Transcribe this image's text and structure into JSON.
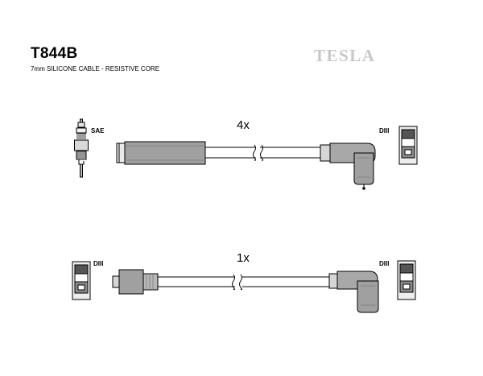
{
  "header": {
    "part_number": "T844B",
    "subtitle": "7mm SILICONE CABLE - RESISTIVE CORE",
    "brand": "TESLA"
  },
  "cables": [
    {
      "quantity": "4x",
      "left_end_label": "SAE",
      "right_end_label": "DIII"
    },
    {
      "quantity": "1x",
      "left_end_label": "DIII",
      "right_end_label": "DIII"
    }
  ],
  "icons": {
    "spark_plug": "spark-plug-icon",
    "distributor_terminal": "distributor-terminal-icon"
  }
}
